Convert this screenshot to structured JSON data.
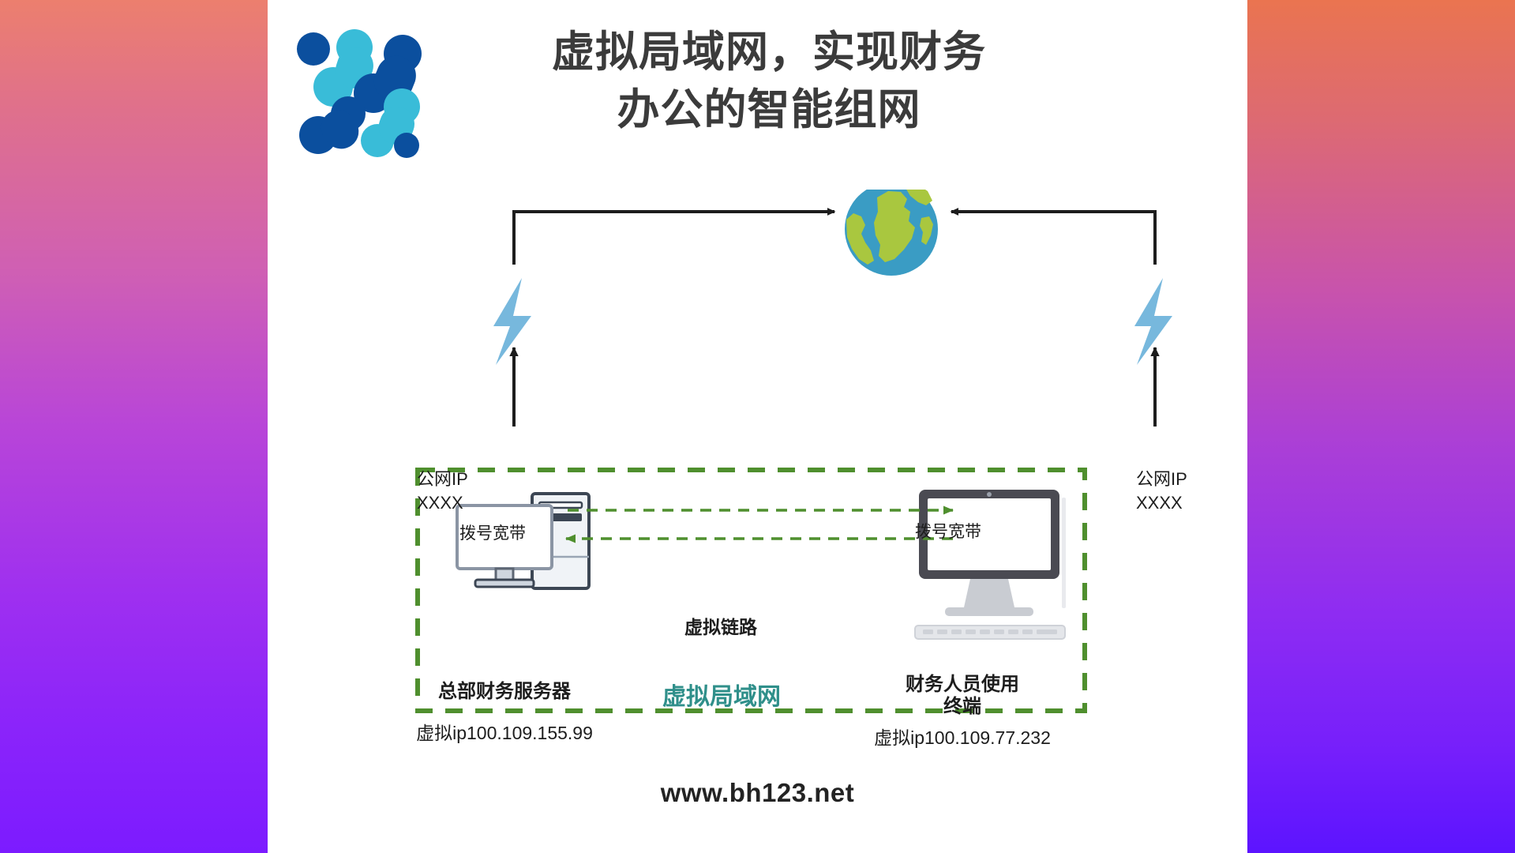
{
  "background": {
    "gradient_left_top": "#ec7f6e",
    "gradient_left_bottom": "#7c1bff",
    "gradient_right_top": "#ea7450",
    "gradient_right_bottom": "#5c14ff"
  },
  "header": {
    "logo_name": "bh-network-logo",
    "logo_colors": {
      "dark_blue": "#0b4f9e",
      "light_blue": "#39bcd8"
    },
    "title_line1": "虚拟局域网，实现财务",
    "title_line2": "办公的智能组网",
    "title_color": "#3b3b3b"
  },
  "diagram": {
    "internet_icon": "globe-icon",
    "globe_ocean_color": "#3a9cc4",
    "globe_land_color": "#a9c73f",
    "left": {
      "public_ip_label": "公网IP",
      "public_ip_value": "XXXX",
      "link_type": "拨号宽带",
      "bolt_icon": "lightning-bolt-icon",
      "bolt_color": "#77b8dd",
      "device_icon": "desktop-computer-icon",
      "device_title": "总部财务服务器",
      "device_ip": "虚拟ip100.109.155.99"
    },
    "right": {
      "public_ip_label": "公网IP",
      "public_ip_value": "XXXX",
      "link_type": "拨号宽带",
      "bolt_icon": "lightning-bolt-icon",
      "bolt_color": "#77b8dd",
      "device_icon": "imac-monitor-icon",
      "device_title_line1": "财务人员使用",
      "device_title_line2": "终端",
      "device_ip": "虚拟ip100.109.77.232"
    },
    "virtual_link_label": "虚拟链路",
    "lan_zone_label": "虚拟局域网",
    "lan_zone_label_color": "#2f8f8a",
    "lan_zone_border_color": "#4f8f2e",
    "link_line_color": "#1d1d1d"
  },
  "footer": {
    "website": "www.bh123.net"
  }
}
